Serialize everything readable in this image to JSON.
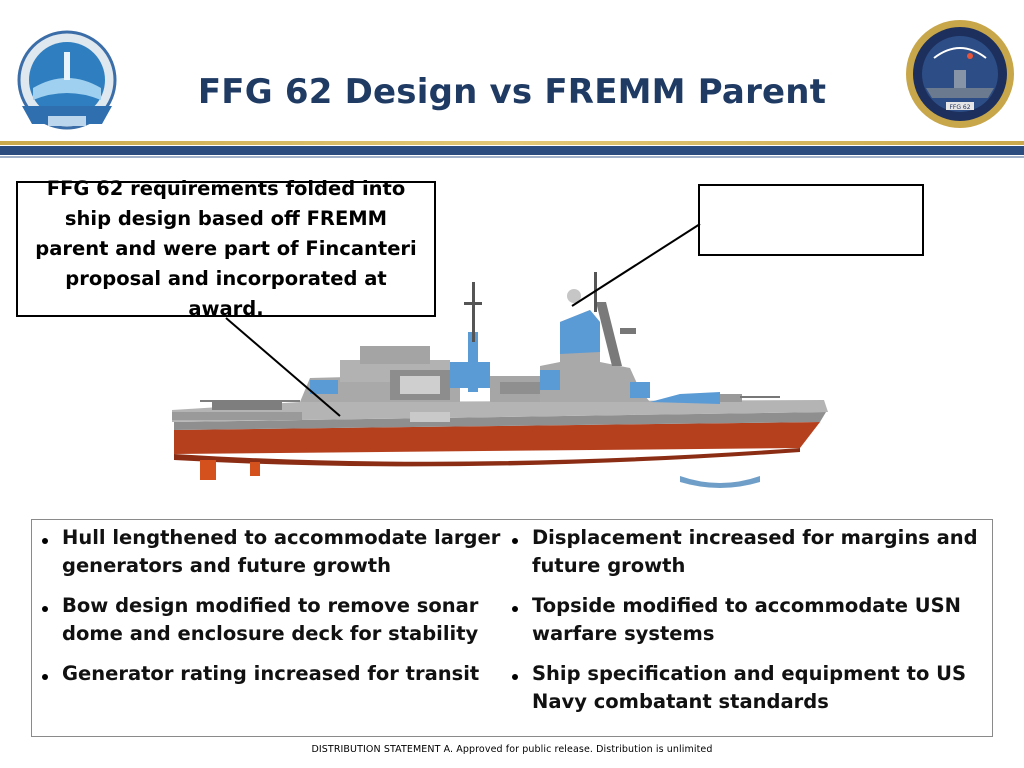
{
  "slide": {
    "title": "FFG 62 Design vs FREMM Parent",
    "callout_text": "FFG 62 requirements folded into ship design based off FREMM parent and were part of Fincanteri proposal and incorporated at award.",
    "bullets_left": [
      "Hull lengthened to accommodate larger generators and future growth",
      "Bow design modified to remove sonar dome and enclosure deck for stability",
      "Generator rating increased for transit"
    ],
    "bullets_right": [
      "Displacement increased for margins and future growth",
      "Topside modified to accommodate USN warfare systems",
      "Ship specification and equipment to US Navy combatant standards"
    ],
    "footer": "DISTRIBUTION STATEMENT A. Approved for public release. Distribution is unlimited",
    "right_logo_hull_number": "FFG 62"
  },
  "colors": {
    "title": "#1f3a63",
    "navy_bar": "#2b4c7e",
    "gold_bar": "#c9a94b",
    "hull_red": "#b5401e",
    "superstructure_gray": "#a9a9a9",
    "modification_blue": "#5b9bd5"
  }
}
